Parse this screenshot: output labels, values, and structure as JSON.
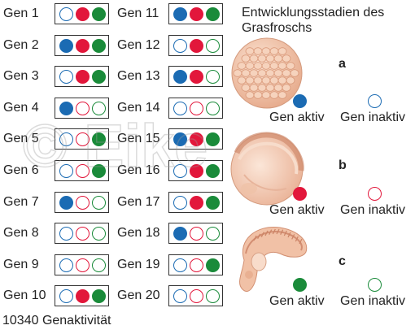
{
  "colors": {
    "blue": "#1b6bb3",
    "red": "#e2173b",
    "green": "#1a8b3a",
    "embryo_fill": "#f3c9ae",
    "embryo_shade": "#e2a78b",
    "box_border": "#333333"
  },
  "genes": [
    {
      "label": "Gen 1",
      "states": [
        "blue-off",
        "red-on",
        "green-on"
      ]
    },
    {
      "label": "Gen 2",
      "states": [
        "blue-on",
        "red-on",
        "green-on"
      ]
    },
    {
      "label": "Gen 3",
      "states": [
        "blue-off",
        "red-on",
        "green-on"
      ]
    },
    {
      "label": "Gen 4",
      "states": [
        "blue-on",
        "red-off",
        "green-off"
      ]
    },
    {
      "label": "Gen 5",
      "states": [
        "blue-off",
        "red-off",
        "green-on"
      ]
    },
    {
      "label": "Gen 6",
      "states": [
        "blue-off",
        "red-off",
        "green-on"
      ]
    },
    {
      "label": "Gen 7",
      "states": [
        "blue-on",
        "red-off",
        "green-off"
      ]
    },
    {
      "label": "Gen 8",
      "states": [
        "blue-off",
        "red-off",
        "green-off"
      ]
    },
    {
      "label": "Gen 9",
      "states": [
        "blue-off",
        "red-off",
        "green-off"
      ]
    },
    {
      "label": "Gen 10",
      "states": [
        "blue-off",
        "red-on",
        "green-on"
      ]
    },
    {
      "label": "Gen 11",
      "states": [
        "blue-on",
        "red-on",
        "green-on"
      ]
    },
    {
      "label": "Gen 12",
      "states": [
        "blue-off",
        "red-on",
        "green-off"
      ]
    },
    {
      "label": "Gen 13",
      "states": [
        "blue-on",
        "red-on",
        "green-off"
      ]
    },
    {
      "label": "Gen 14",
      "states": [
        "blue-off",
        "red-off",
        "green-off"
      ]
    },
    {
      "label": "Gen 15",
      "states": [
        "blue-on",
        "red-on",
        "green-on"
      ]
    },
    {
      "label": "Gen 16",
      "states": [
        "blue-off",
        "red-on",
        "green-on"
      ]
    },
    {
      "label": "Gen 17",
      "states": [
        "blue-off",
        "red-on",
        "green-on"
      ]
    },
    {
      "label": "Gen 18",
      "states": [
        "blue-on",
        "red-off",
        "green-off"
      ]
    },
    {
      "label": "Gen 19",
      "states": [
        "blue-off",
        "red-off",
        "green-on"
      ]
    },
    {
      "label": "Gen 20",
      "states": [
        "blue-off",
        "red-off",
        "green-off"
      ]
    }
  ],
  "title": "Entwicklungsstadien des Grasfroschs",
  "stages": [
    {
      "letter": "a",
      "color": "blue",
      "active_label": "Gen aktiv",
      "inactive_label": "Gen inaktiv"
    },
    {
      "letter": "b",
      "color": "red",
      "active_label": "Gen aktiv",
      "inactive_label": "Gen inaktiv"
    },
    {
      "letter": "c",
      "color": "green",
      "active_label": "Gen aktiv",
      "inactive_label": "Gen inaktiv"
    }
  ],
  "caption": "10340 Genaktivität",
  "watermark": "© Eike"
}
